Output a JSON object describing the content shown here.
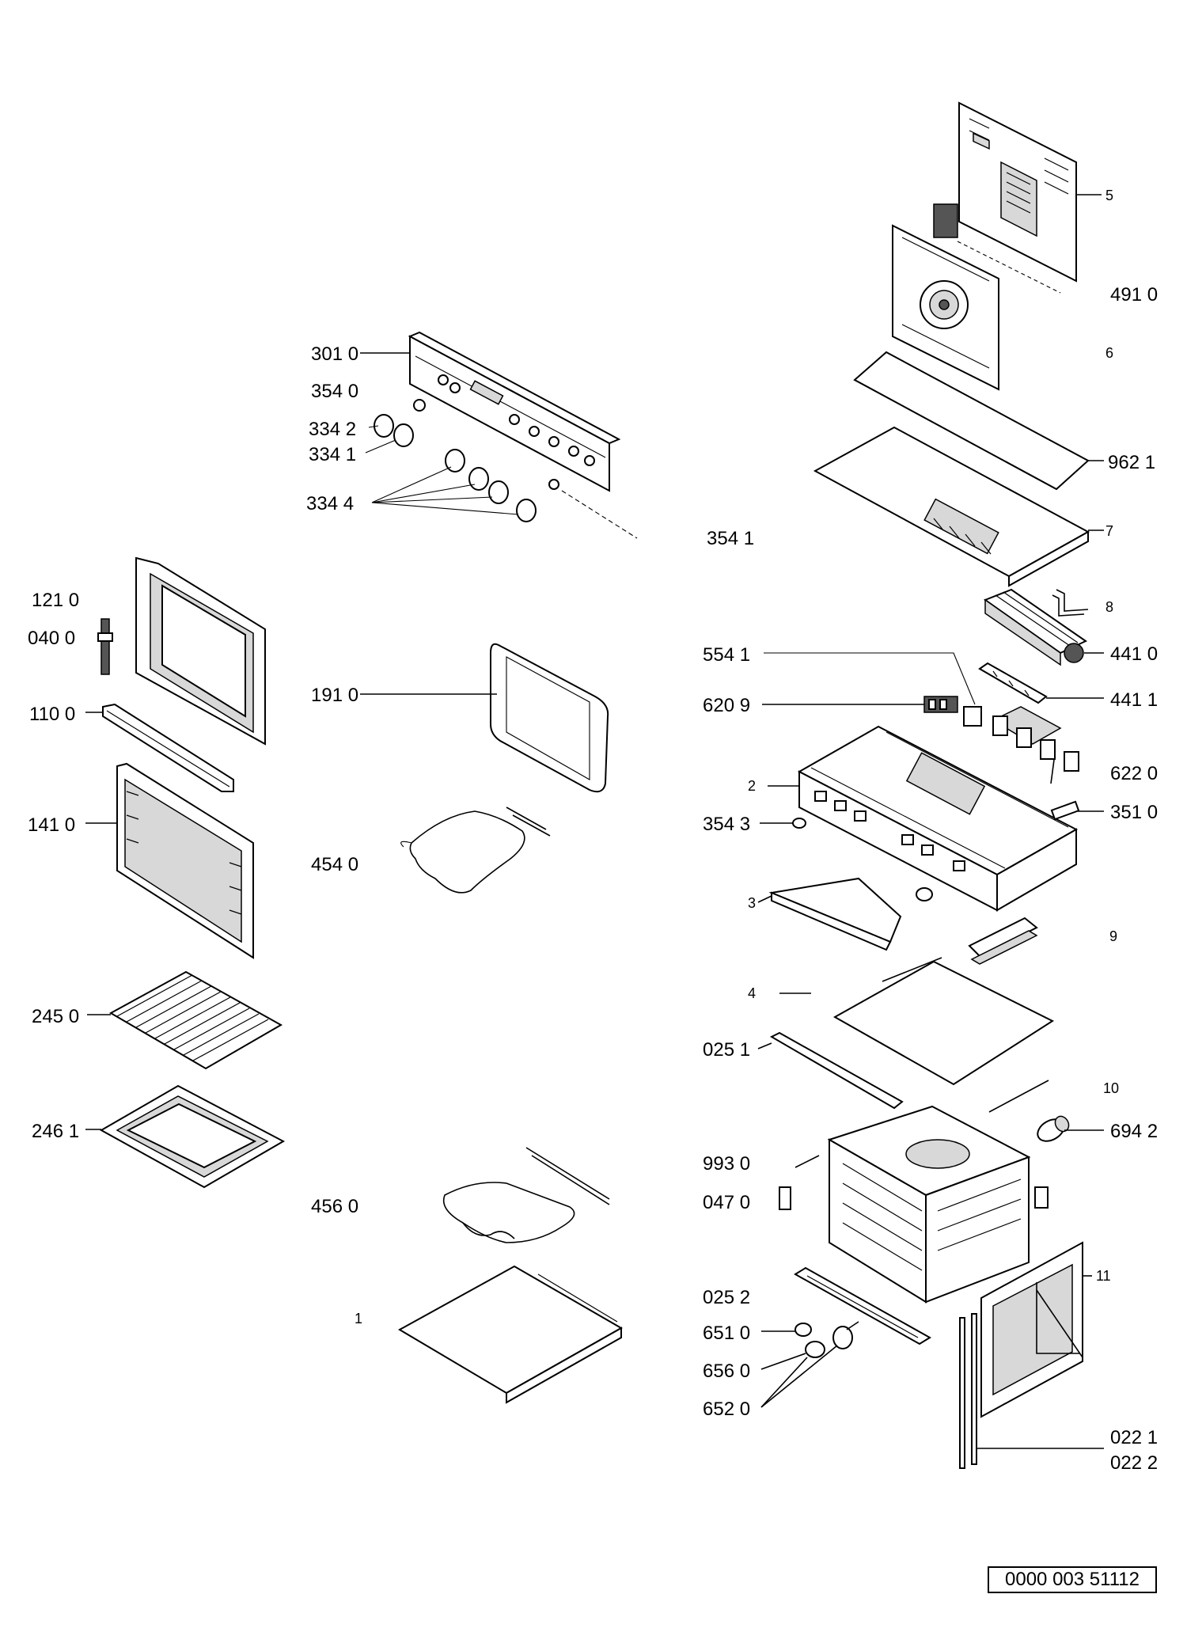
{
  "document_ref": "0000 003 51112",
  "labels": {
    "l_301_0": "301 0",
    "l_354_0": "354 0",
    "l_334_2": "334 2",
    "l_334_1": "334 1",
    "l_334_4": "334 4",
    "l_121_0": "121 0",
    "l_040_0": "040 0",
    "l_110_0": "110 0",
    "l_141_0": "141 0",
    "l_245_0": "245 0",
    "l_246_1": "246 1",
    "l_191_0": "191 0",
    "l_454_0": "454 0",
    "l_456_0": "456 0",
    "l_1": "1",
    "l_5": "5",
    "l_491_0": "491 0",
    "l_6": "6",
    "l_962_1": "962 1",
    "l_354_1": "354 1",
    "l_7": "7",
    "l_8": "8",
    "l_441_0": "441 0",
    "l_441_1": "441 1",
    "l_554_1": "554 1",
    "l_620_9": "620 9",
    "l_2": "2",
    "l_622_0": "622 0",
    "l_354_3": "354 3",
    "l_351_0": "351 0",
    "l_3": "3",
    "l_9": "9",
    "l_4": "4",
    "l_025_1": "025 1",
    "l_10": "10",
    "l_694_2": "694 2",
    "l_993_0": "993 0",
    "l_047_0": "047 0",
    "l_11": "11",
    "l_025_2": "025 2",
    "l_651_0": "651 0",
    "l_656_0": "656 0",
    "l_652_0": "652 0",
    "l_022_1": "022 1",
    "l_022_2": "022 2"
  }
}
